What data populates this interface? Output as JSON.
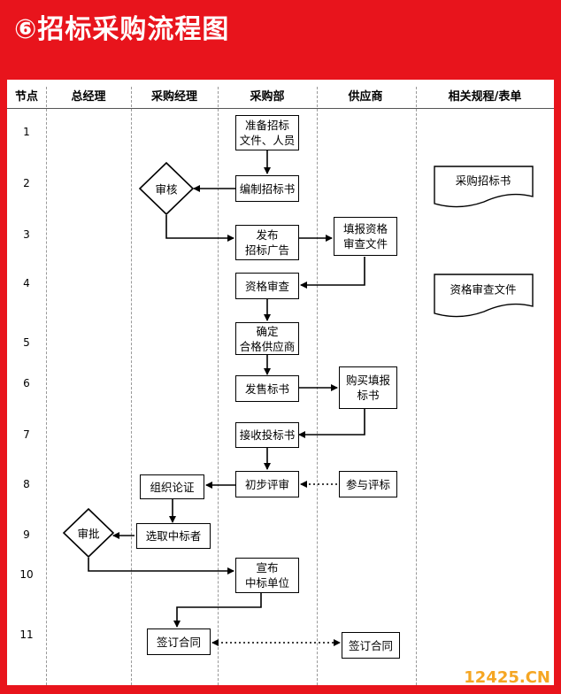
{
  "title": "⑥招标采购流程图",
  "headers": {
    "node": "节点",
    "gm": "总经理",
    "pm": "采购经理",
    "dept": "采购部",
    "supplier": "供应商",
    "docs": "相关规程/表单"
  },
  "nodes": [
    "1",
    "2",
    "3",
    "4",
    "5",
    "6",
    "7",
    "8",
    "9",
    "10",
    "11"
  ],
  "boxes": {
    "prepare": "准备招标\n文件、人员",
    "compile": "编制招标书",
    "publish": "发布\n招标广告",
    "fill_qual": "填报资格\n审查文件",
    "qual_review": "资格审查",
    "confirm": "确定\n合格供应商",
    "sell": "发售标书",
    "buy_fill": "购买填报\n标书",
    "receive": "接收投标书",
    "prelim": "初步评审",
    "join_eval": "参与评标",
    "organize": "组织论证",
    "select": "选取中标者",
    "announce": "宣布\n中标单位",
    "sign_pm": "签订合同",
    "sign_sup": "签订合同"
  },
  "decisions": {
    "review": "审核",
    "approve": "审批"
  },
  "documents": {
    "bid_doc": "采购招标书",
    "qual_doc": "资格审查文件"
  },
  "watermark": "12425.CN"
}
